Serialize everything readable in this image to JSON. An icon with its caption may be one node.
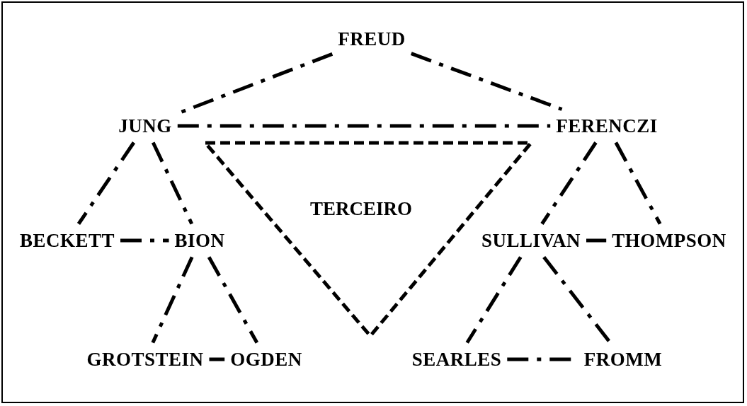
{
  "diagram": {
    "nodes": [
      {
        "text": [
          "FREUD"
        ]
      },
      {
        "text": [
          "JUNG"
        ]
      },
      {
        "text": [
          "FERENCZI"
        ]
      },
      {
        "text": [
          "TERCEIRO"
        ]
      },
      {
        "text": [
          "BECKETT"
        ]
      },
      {
        "text": [
          "BION"
        ]
      },
      {
        "text": [
          "SULLIVAN"
        ]
      },
      {
        "text": [
          "THOMPSON"
        ]
      },
      {
        "text": [
          "GROTSTEIN"
        ]
      },
      {
        "text": [
          "OGDEN"
        ]
      },
      {
        "text": [
          "SEARLES"
        ]
      },
      {
        "text": [
          "FROMM"
        ]
      }
    ],
    "edges": [
      {
        "from": 0,
        "to": 1,
        "arrow": "none"
      },
      {
        "from": 0,
        "to": 2,
        "arrow": "none"
      },
      {
        "from": 1,
        "to": 2,
        "arrow": "none"
      },
      {
        "from": 1,
        "to": 4,
        "arrow": "none"
      },
      {
        "from": 1,
        "to": 5,
        "arrow": "none"
      },
      {
        "from": 4,
        "to": 5,
        "arrow": "none"
      },
      {
        "from": 2,
        "to": 6,
        "arrow": "none"
      },
      {
        "from": 2,
        "to": 7,
        "arrow": "none"
      },
      {
        "from": 6,
        "to": 7,
        "arrow": "none"
      },
      {
        "from": 5,
        "to": 8,
        "arrow": "none"
      },
      {
        "from": 5,
        "to": 9,
        "arrow": "none"
      },
      {
        "from": 8,
        "to": 9,
        "arrow": "none"
      },
      {
        "from": 6,
        "to": 10,
        "arrow": "none"
      },
      {
        "from": 6,
        "to": 11,
        "arrow": "none"
      },
      {
        "from": 10,
        "to": 11,
        "arrow": "none"
      }
    ]
  }
}
